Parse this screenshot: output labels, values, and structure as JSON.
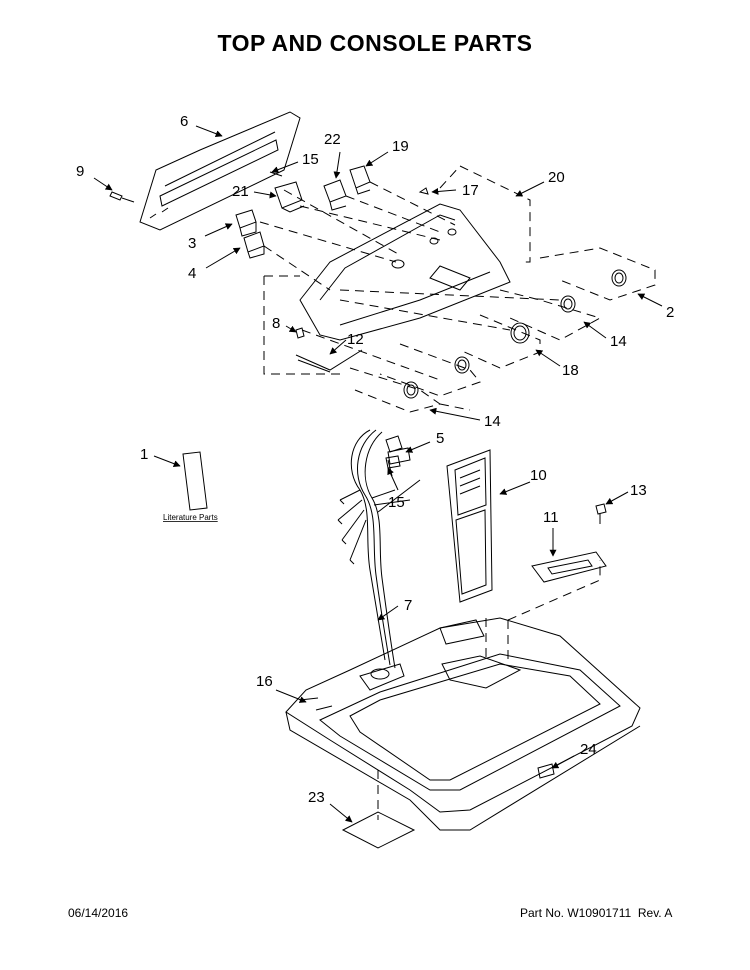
{
  "title": "TOP AND CONSOLE PARTS",
  "literature_label": "Literature Parts",
  "callouts": [
    "1",
    "2",
    "3",
    "4",
    "5",
    "6",
    "7",
    "8",
    "9",
    "10",
    "11",
    "12",
    "13",
    "14",
    "14",
    "15",
    "15",
    "16",
    "17",
    "18",
    "19",
    "20",
    "21",
    "22",
    "23",
    "24"
  ],
  "footer": {
    "date": "06/14/2016",
    "part_label": "Part No.",
    "part_number": "W10901711",
    "rev_label": "Rev.",
    "rev": "A"
  }
}
